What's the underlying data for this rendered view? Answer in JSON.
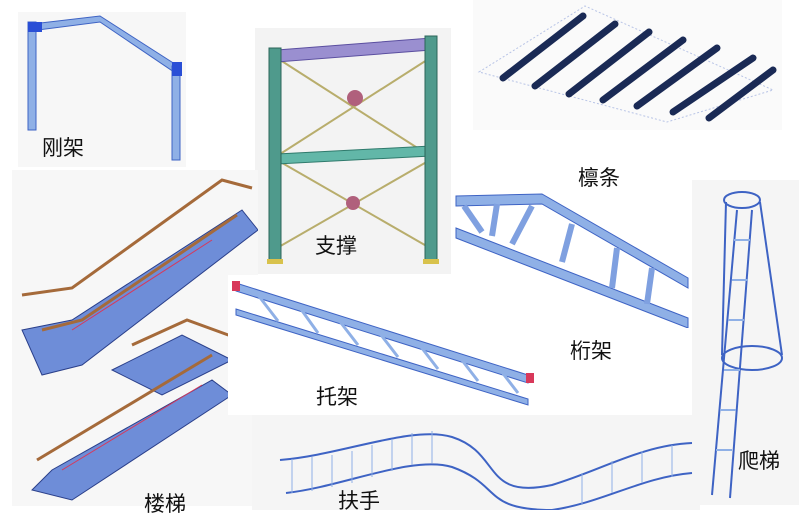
{
  "labels": {
    "rigid_frame": "刚架",
    "bracing": "支撑",
    "purlin": "檩条",
    "stairs": "楼梯",
    "truss_bracket": "托架",
    "truss": "桁架",
    "handrail": "扶手",
    "ladder": "爬梯"
  },
  "colors": {
    "steel_blue": "#8fb0e6",
    "steel_edge": "#3e63c4",
    "column_teal": "#4f9a8c",
    "brace_olive": "#b8ad6c",
    "gusset_pink": "#b0607c",
    "rail_brown": "#a56a3a",
    "purlin_dark": "#1a2a55"
  }
}
